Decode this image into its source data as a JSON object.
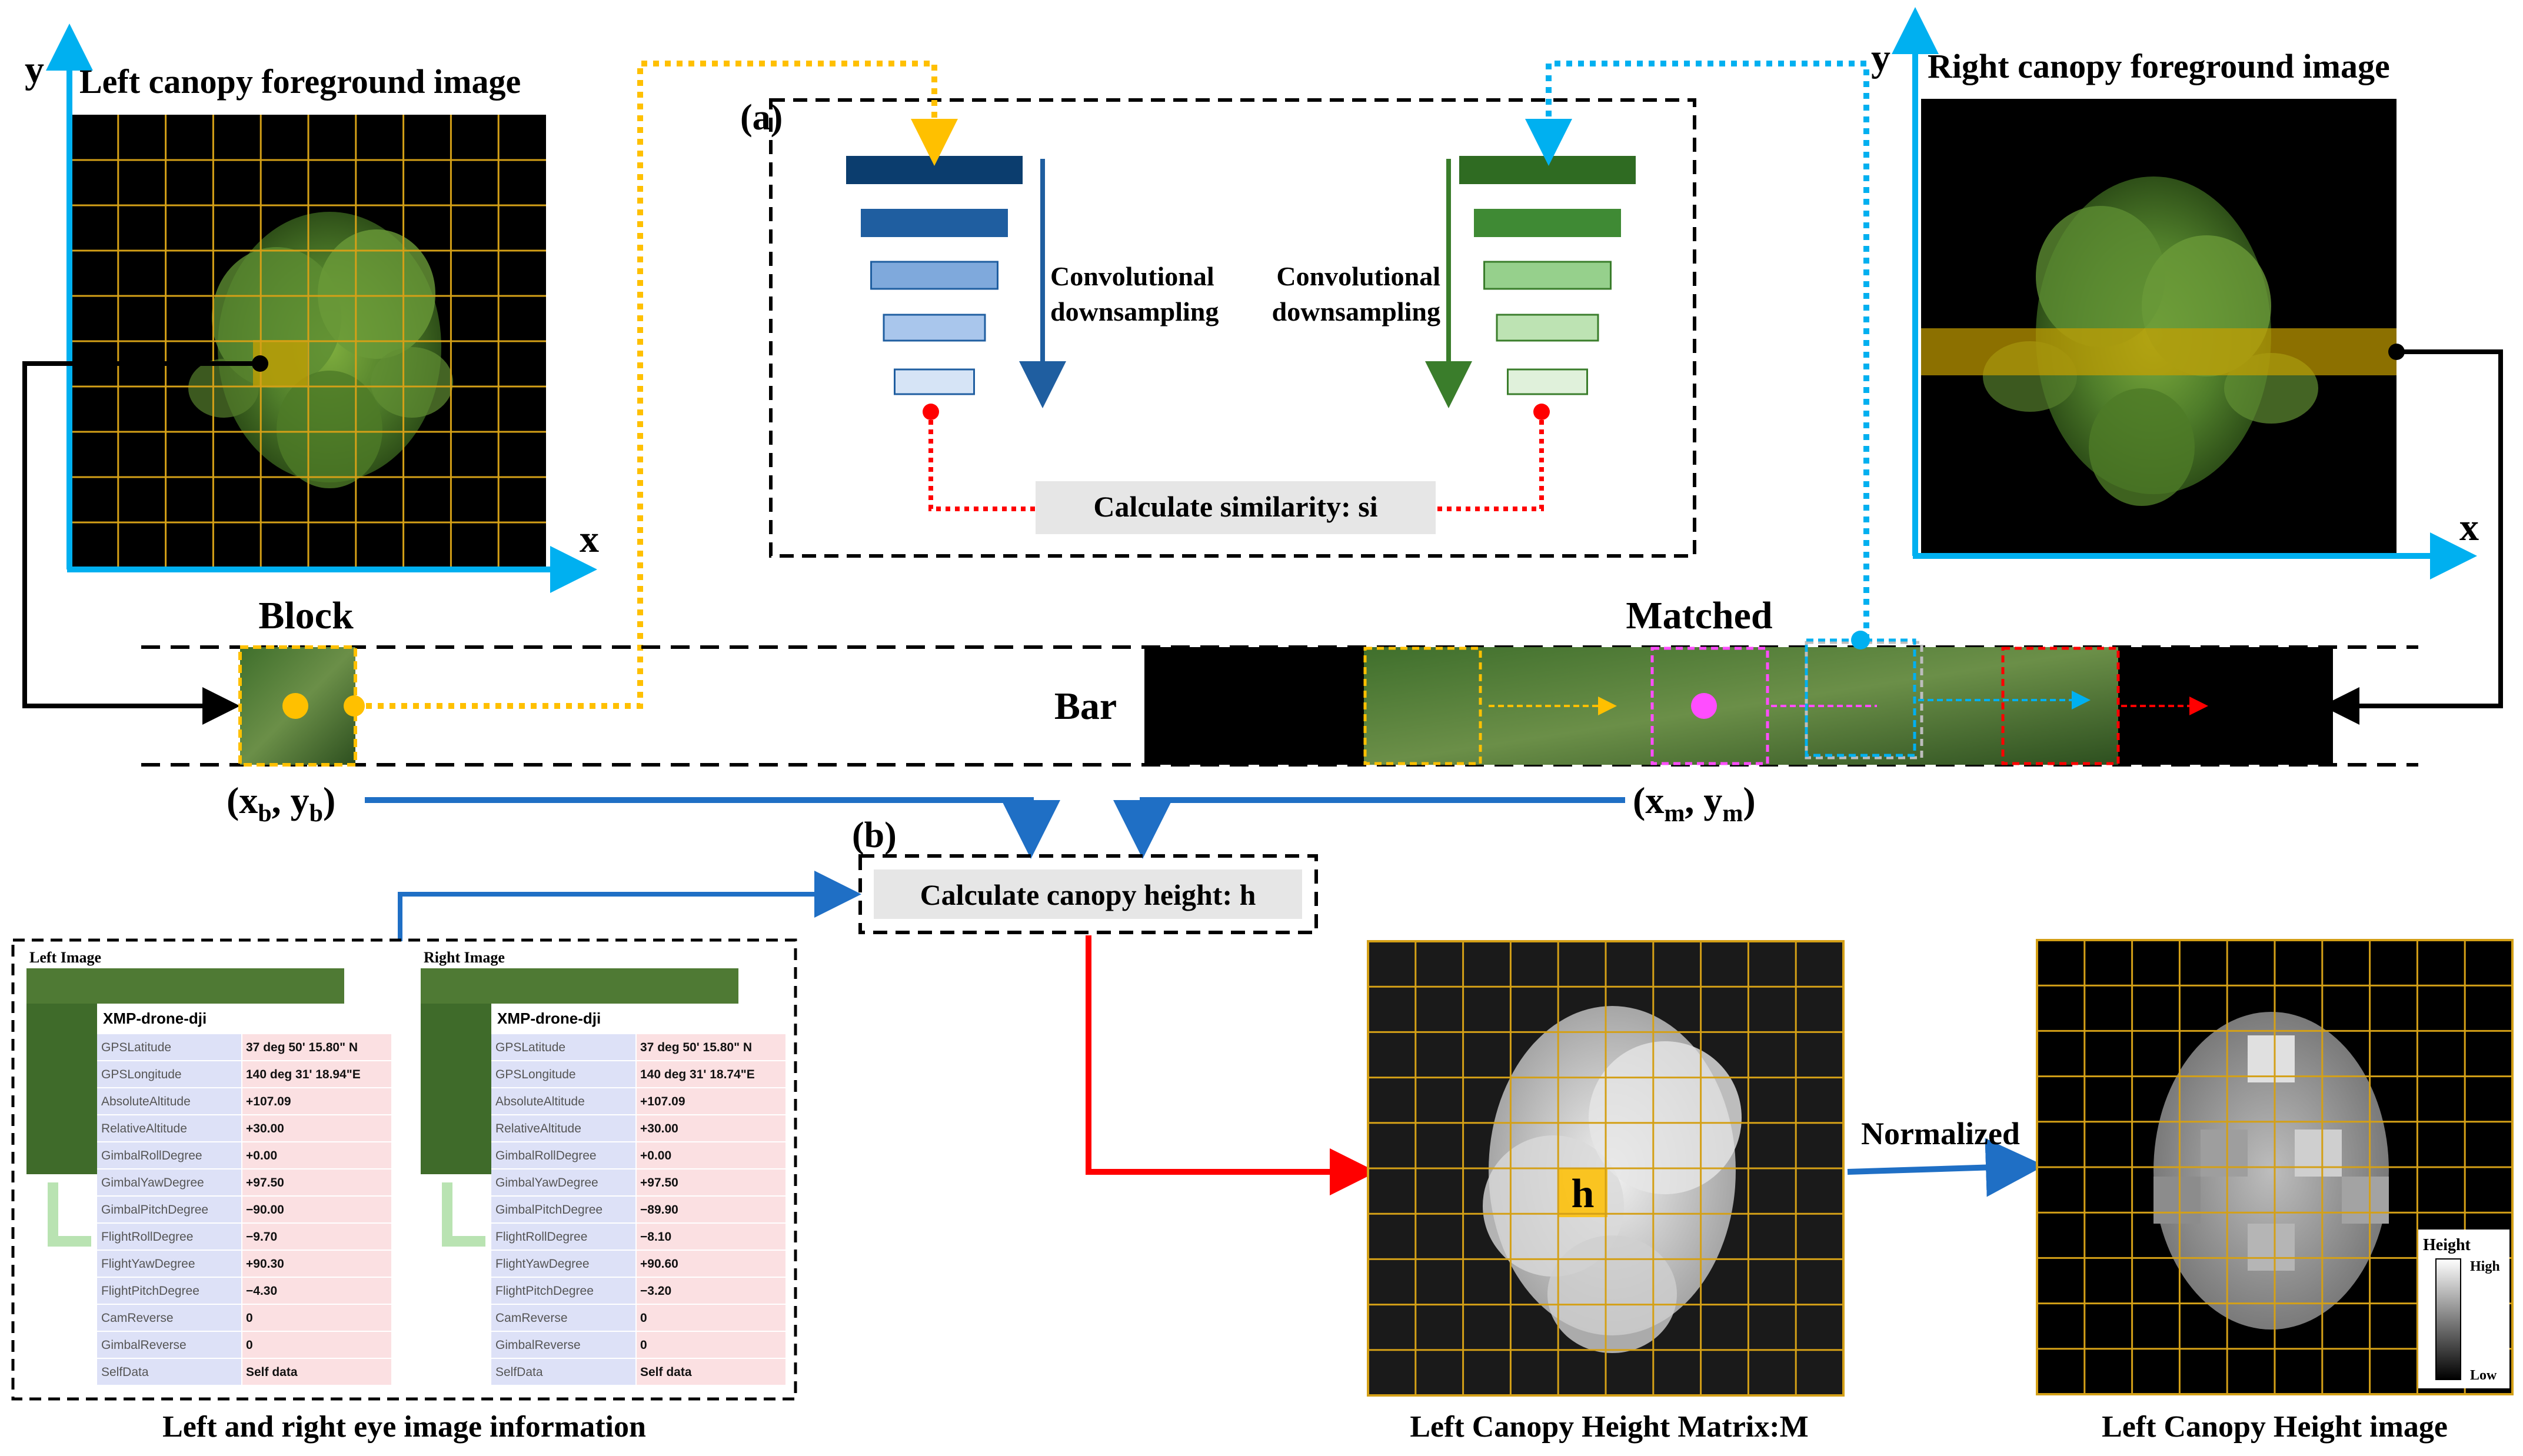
{
  "axes": {
    "x": "x",
    "y": "y"
  },
  "left_panel": {
    "title": "Left canopy foreground image"
  },
  "right_panel": {
    "title": "Right canopy foreground image"
  },
  "section_a": {
    "tag": "(a)",
    "left_label_line1": "Convolutional",
    "left_label_line2": "downsampling",
    "right_label_line1": "Convolutional",
    "right_label_line2": "downsampling",
    "similarity": "Calculate similarity: si"
  },
  "block": {
    "label": "Block",
    "coord_b": "(x",
    "coord_b_sub": "b",
    "coord_b_sep": ", y",
    "coord_b_sub2": "b",
    "coord_end": ")"
  },
  "bar": {
    "label": "Bar",
    "matched": "Matched",
    "coord_m": "(x",
    "coord_m_sub": "m",
    "coord_m_sep": ", y",
    "coord_m_sub2": "m",
    "coord_end": ")"
  },
  "section_b": {
    "tag": "(b)",
    "calc": "Calculate canopy height: h"
  },
  "info": {
    "caption": "Left and right eye image information",
    "left": {
      "title": "Left Image",
      "header": "XMP-drone-dji",
      "rows": [
        [
          "GPSLatitude",
          "37 deg 50' 15.80\" N"
        ],
        [
          "GPSLongitude",
          "140 deg 31' 18.94\"E"
        ],
        [
          "AbsoluteAltitude",
          "+107.09"
        ],
        [
          "RelativeAltitude",
          "+30.00"
        ],
        [
          "GimbalRollDegree",
          "+0.00"
        ],
        [
          "GimbalYawDegree",
          "+97.50"
        ],
        [
          "GimbalPitchDegree",
          "−90.00"
        ],
        [
          "FlightRollDegree",
          "−9.70"
        ],
        [
          "FlightYawDegree",
          "+90.30"
        ],
        [
          "FlightPitchDegree",
          "−4.30"
        ],
        [
          "CamReverse",
          "0"
        ],
        [
          "GimbalReverse",
          "0"
        ],
        [
          "SelfData",
          "Self data"
        ]
      ]
    },
    "right": {
      "title": "Right Image",
      "header": "XMP-drone-dji",
      "rows": [
        [
          "GPSLatitude",
          "37 deg 50' 15.80\" N"
        ],
        [
          "GPSLongitude",
          "140 deg 31' 18.74\"E"
        ],
        [
          "AbsoluteAltitude",
          "+107.09"
        ],
        [
          "RelativeAltitude",
          "+30.00"
        ],
        [
          "GimbalRollDegree",
          "+0.00"
        ],
        [
          "GimbalYawDegree",
          "+97.50"
        ],
        [
          "GimbalPitchDegree",
          "−89.90"
        ],
        [
          "FlightRollDegree",
          "−8.10"
        ],
        [
          "FlightYawDegree",
          "+90.60"
        ],
        [
          "FlightPitchDegree",
          "−3.20"
        ],
        [
          "CamReverse",
          "0"
        ],
        [
          "GimbalReverse",
          "0"
        ],
        [
          "SelfData",
          "Self data"
        ]
      ]
    }
  },
  "matrix": {
    "caption": "Left Canopy Height Matrix:M",
    "cell_label": "h"
  },
  "normalized": {
    "label": "Normalized"
  },
  "height_image": {
    "caption": "Left Canopy Height image",
    "legend_title": "Height",
    "legend_high": "High",
    "legend_low": "Low"
  },
  "colors": {
    "axis_blue": "#00b0f0",
    "flow_blue": "#1f6fc5",
    "dotted_yellow": "#ffc000",
    "dotted_cyan": "#00b0f0",
    "red": "#ff0000",
    "grid_orange": "#d4a017",
    "left_encoder": [
      "#0b3d6e",
      "#1f5ea0",
      "#7fa9dc",
      "#a9c6ec",
      "#d6e4f6"
    ],
    "right_encoder": [
      "#2f6b22",
      "#3f8a34",
      "#96d08c",
      "#bde3b3",
      "#e0f1db"
    ],
    "label_bg": "#e6e6e6"
  }
}
